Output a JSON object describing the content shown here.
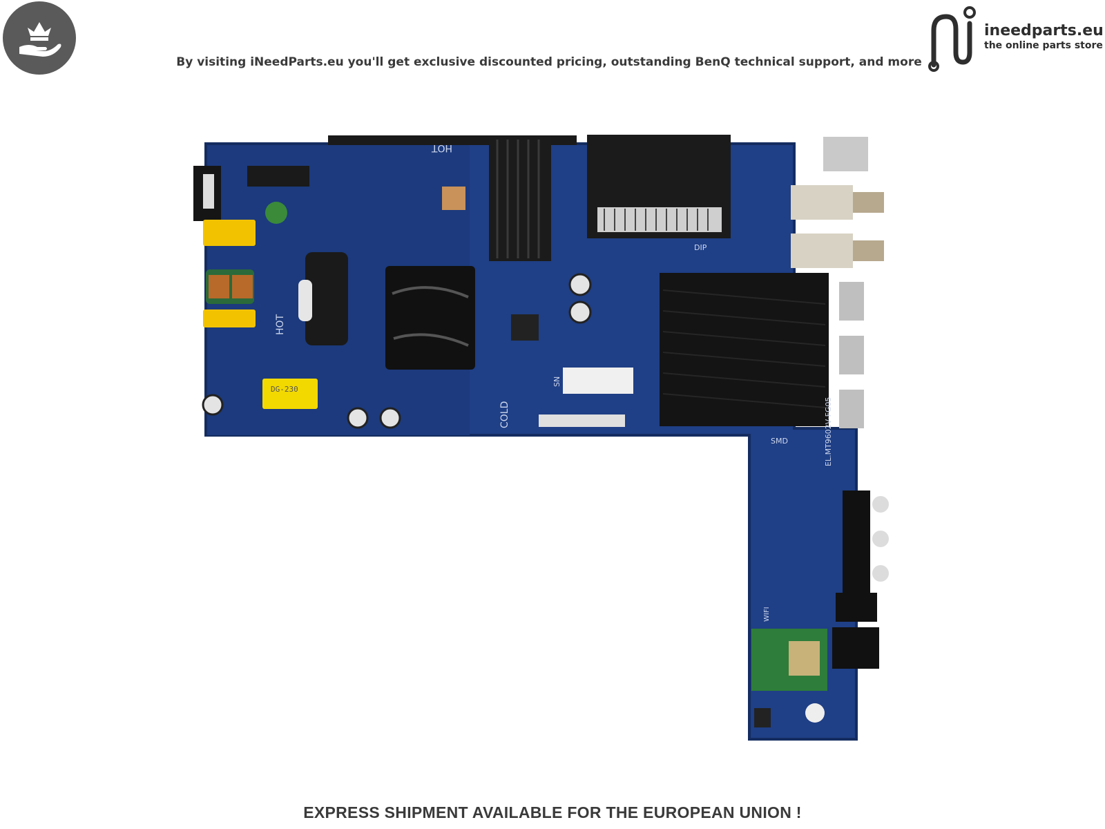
{
  "header": {
    "tagline": "By visiting iNeedParts.eu you'll get exclusive discounted pricing, outstanding BenQ technical support, and more"
  },
  "logo": {
    "name": "ineedparts.eu",
    "subtitle": "the online parts store"
  },
  "board": {
    "label_hot_top": "HOT",
    "label_hot_left": "HOT",
    "label_cold": "COLD",
    "label_dip": "DIP",
    "label_smd": "SMD",
    "label_model": "EL.MT9602V-FG05",
    "label_sn": "SN",
    "label_wifi": "WIFI",
    "capacitor_text": "DG-230"
  },
  "footer": {
    "text": "EXPRESS SHIPMENT AVAILABLE FOR THE EUROPEAN UNION !"
  },
  "colors": {
    "pcb": "#1f3f86",
    "pcb_dark": "#16306b",
    "heatsink": "#1b1b1b",
    "yellow": "#f2c200",
    "badge": "#5a5a5a",
    "wifi_module": "#2e7d3a"
  }
}
